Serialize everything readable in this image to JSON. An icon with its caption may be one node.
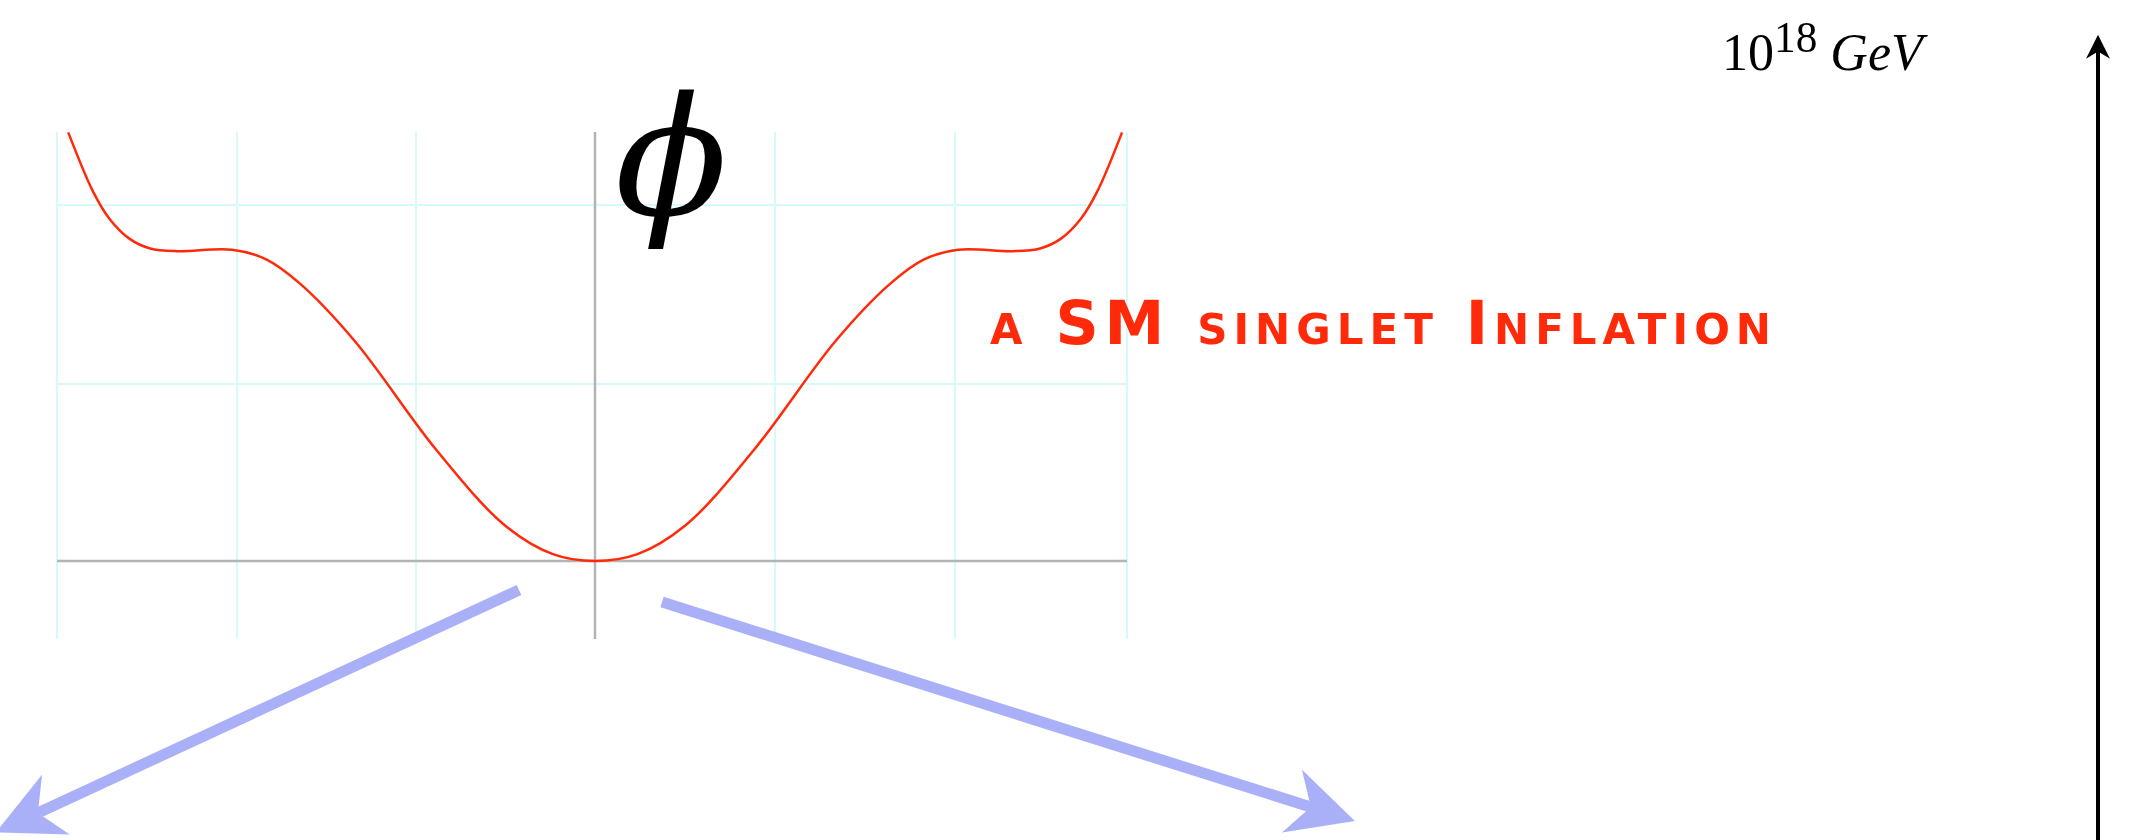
{
  "diagram": {
    "labels": [
      "10$^{18}$ *GeV*",
      "ϕ",
      "a SM singlet Inflation"
    ]
  }
}
